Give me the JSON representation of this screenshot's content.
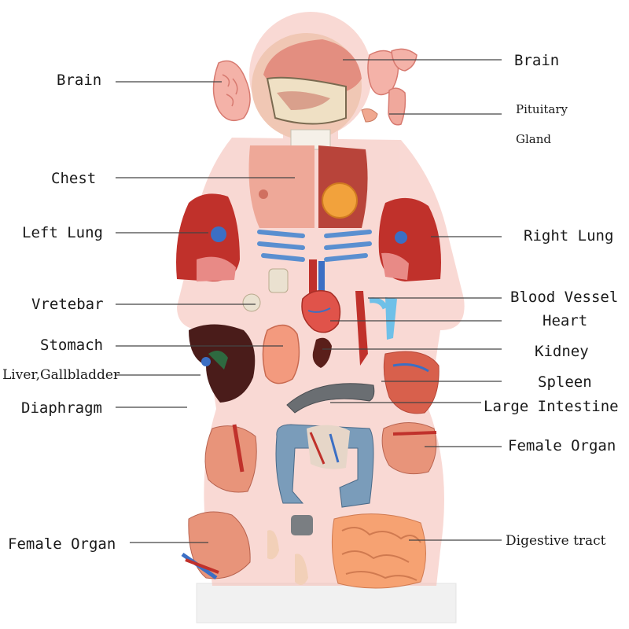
{
  "labels": {
    "brain_left": "Brain",
    "brain_right": "Brain",
    "pituitary_line1": "Pituitary",
    "pituitary_line2": "Gland",
    "chest": "Chest",
    "left_lung": "Left Lung",
    "right_lung": "Right Lung",
    "vretebar": "Vretebar",
    "blood_vessel": "Blood Vessel",
    "heart": "Heart",
    "stomach": "Stomach",
    "kidney": "Kidney",
    "liver_gallbladder": "Liver,Gallbladder",
    "spleen": "Spleen",
    "diaphragm": "Diaphragm",
    "large_intestine": "Large Intestine",
    "female_organ_right": "Female Organ",
    "female_organ_left": "Female Organ",
    "digestive_tract": "Digestive tract"
  },
  "colors": {
    "torso": "#f6c8c0",
    "muscle": "#c8463e",
    "lung": "#c0312b",
    "vessel_blue": "#4a86c8",
    "leader": "#444444"
  }
}
